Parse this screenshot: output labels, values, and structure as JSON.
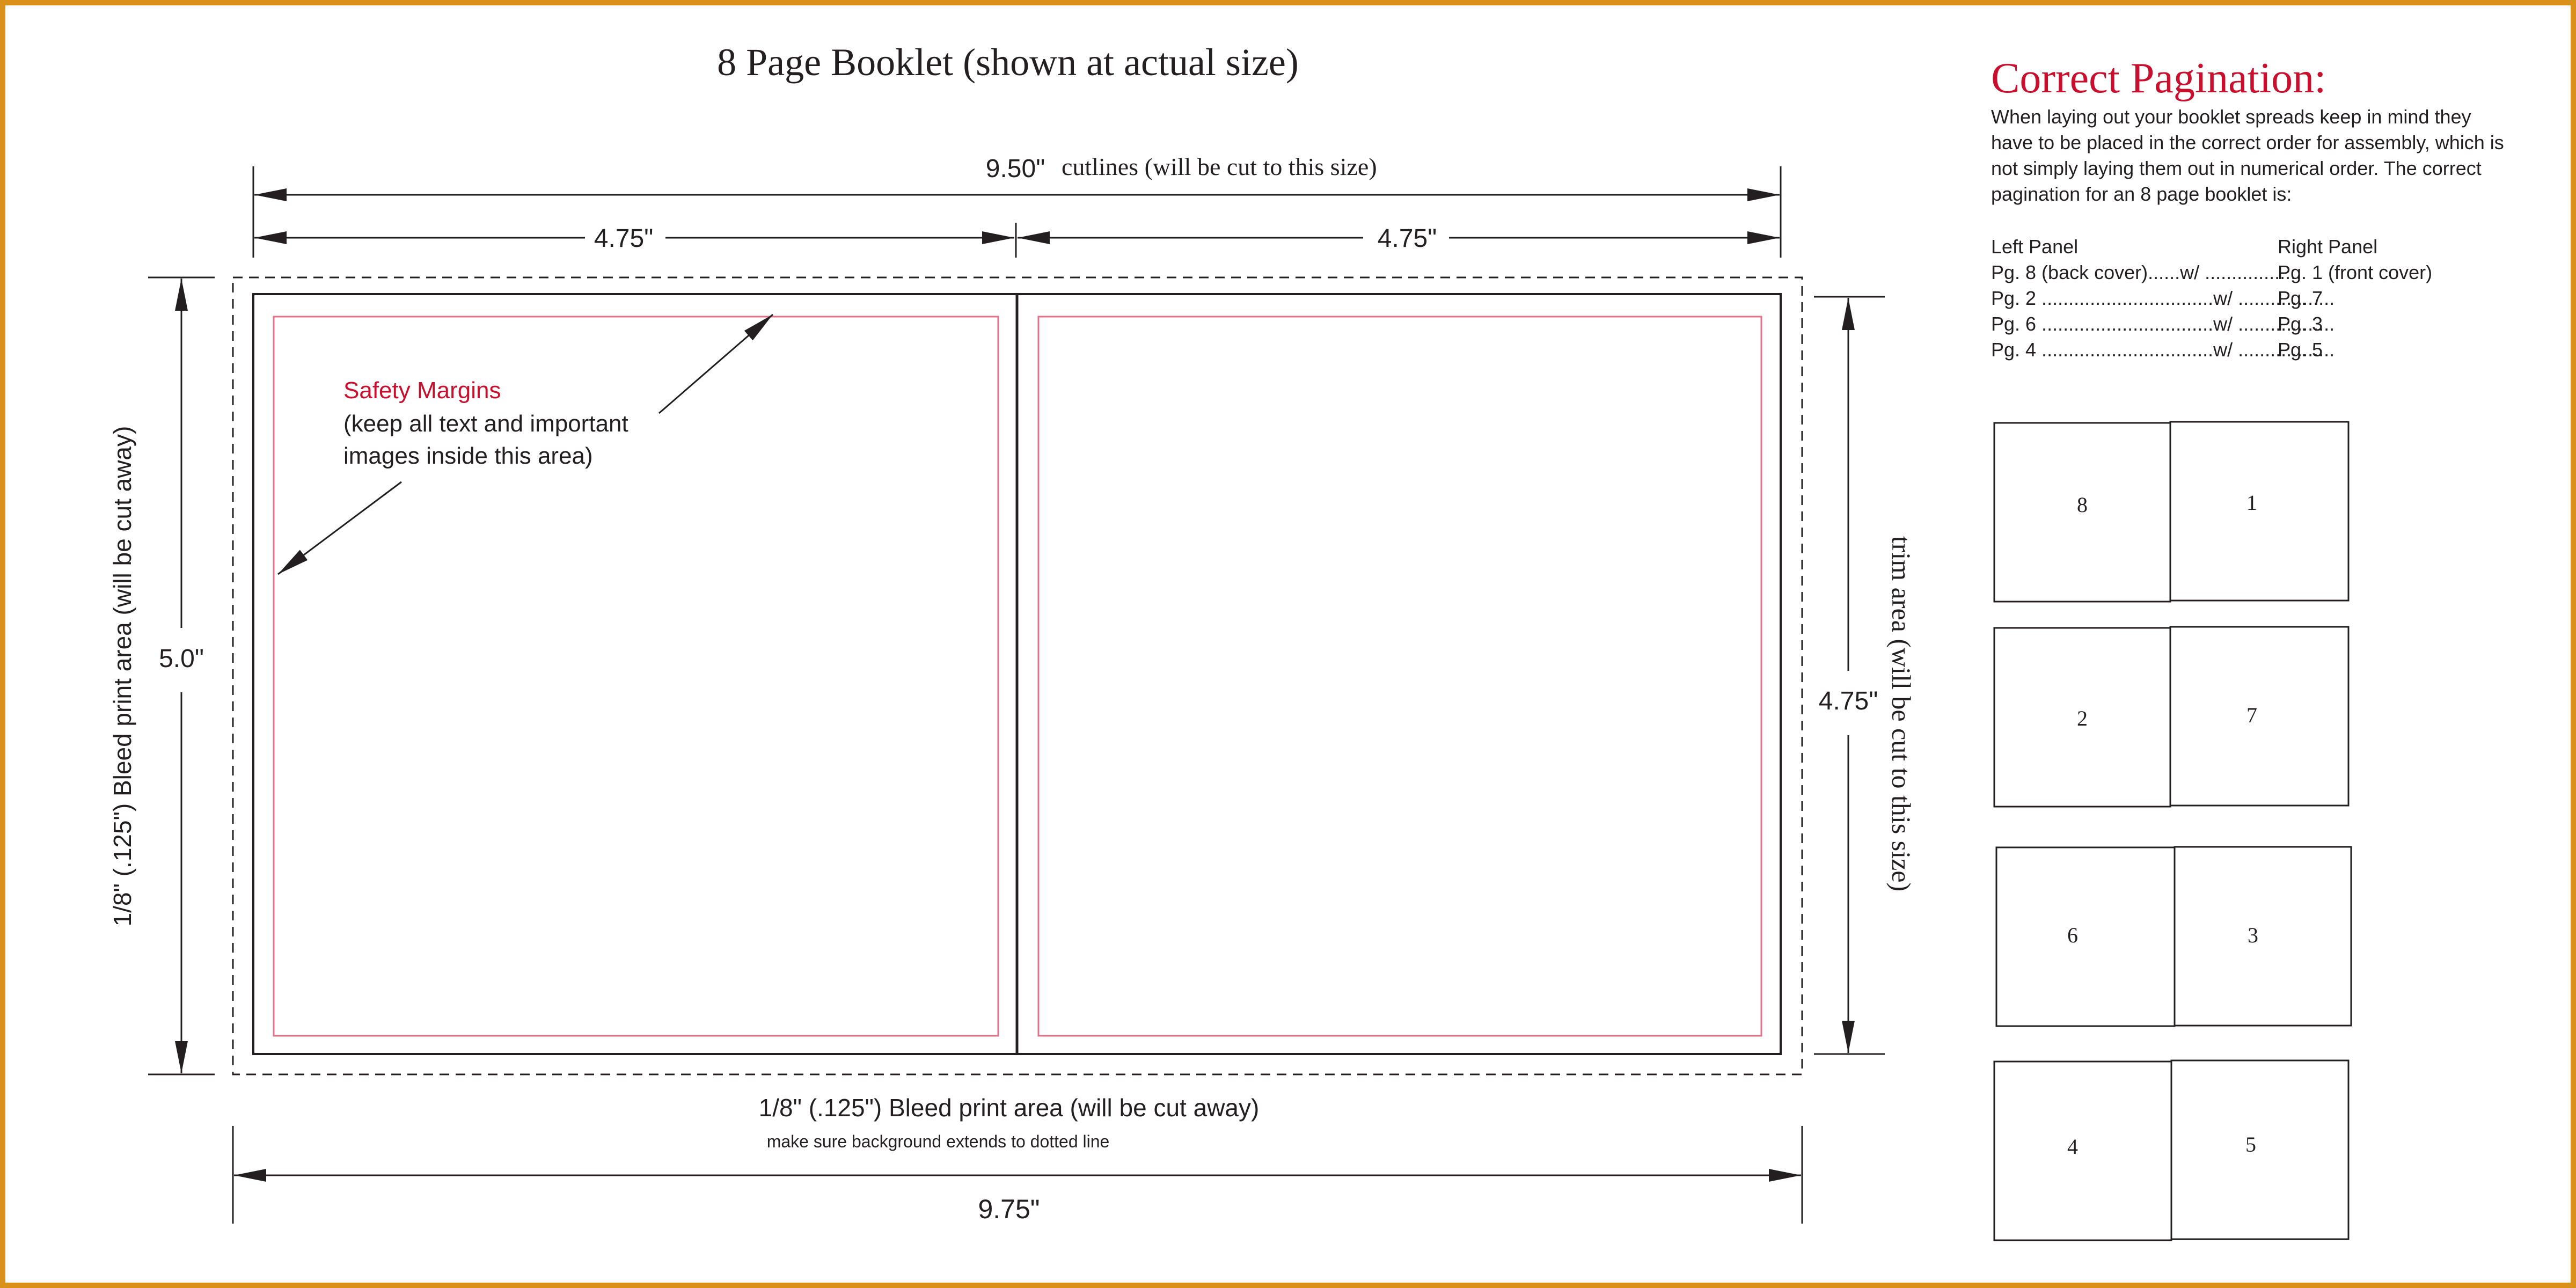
{
  "title": "8 Page Booklet (shown at actual size)",
  "colors": {
    "frame": "#d9911b",
    "ink": "#231f20",
    "accent_red": "#c8102e",
    "safety_line": "#e0728a"
  },
  "dimensions": {
    "cutline_width": "9.50\"",
    "cutline_note": "cutlines (will be cut to this size)",
    "left_panel_width": "4.75\"",
    "right_panel_width": "4.75\"",
    "bleed_height": "5.0\"",
    "bleed_side_label": "1/8\" (.125\") Bleed print area (will be cut away)",
    "trim_height": "4.75\"",
    "trim_side_label": "trim area (will be cut to this size)",
    "bleed_bottom_label": "1/8\" (.125\") Bleed print area (will be cut away)",
    "bleed_bottom_note": "make sure background extends to dotted line",
    "bleed_width": "9.75\""
  },
  "safety": {
    "title": "Safety Margins",
    "line1": "(keep all text and important",
    "line2": "images inside this area)"
  },
  "pagination": {
    "heading": "Correct Pagination:",
    "intro_lines": [
      "When laying out your booklet spreads keep in mind they",
      "have to be placed in the correct order for assembly, which is",
      "not simply laying them out in numerical order. The correct",
      "pagination for an 8 page booklet is:"
    ],
    "left_header": "Left Panel",
    "right_header": "Right Panel",
    "rows": [
      {
        "left": "Pg. 8 (back cover)......w/ ..................",
        "right": "Pg. 1 (front cover)"
      },
      {
        "left": "Pg. 2 ................................w/ ..................",
        "right": "Pg. 7"
      },
      {
        "left": "Pg. 6 ................................w/ ..................",
        "right": "Pg. 3"
      },
      {
        "left": "Pg. 4 ................................w/ ..................",
        "right": "Pg. 5"
      }
    ]
  },
  "spreads": [
    {
      "left": "8",
      "right": "1"
    },
    {
      "left": "2",
      "right": "7"
    },
    {
      "left": "6",
      "right": "3"
    },
    {
      "left": "4",
      "right": "5"
    }
  ]
}
